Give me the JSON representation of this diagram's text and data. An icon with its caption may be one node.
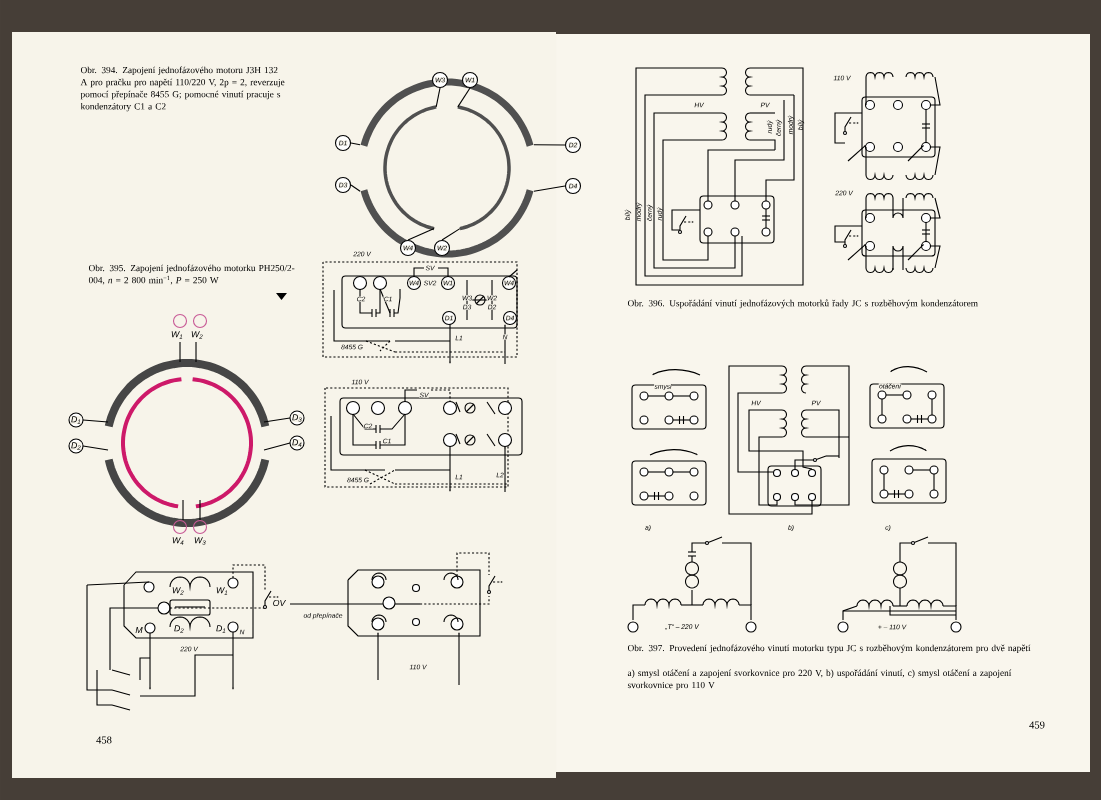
{
  "diagram": {
    "labels": [
      "Obr. 394. Zapojení jednofázového motoru J3H 132 A pro pračku pro napětí 110/220 V, 2p = 2, reverzuje pomocí přepínače 8455 G; pomocné vinutí pracuje s kondenzátory C1 a C2",
      "W3",
      "W1",
      "D1",
      "D2",
      "D3",
      "D4",
      "W4",
      "W2",
      "Obr. 395. Zapojení jednofázového motorku PH250/2-004, *n* = 2 800 min$^{−1}$, *P* = 250 W",
      "220 V",
      "SV",
      "W4",
      "SV2",
      "W1",
      "W4",
      "C2",
      "C1",
      "W3",
      "W2",
      "D3",
      "D2",
      "D1",
      "D4",
      "L1",
      "N",
      "8455 G",
      "110 V",
      "SV",
      "C2",
      "C1",
      "8455 G",
      "L1",
      "L2",
      "W$_{1}$",
      "W$_{2}$",
      "D$_{1}$",
      "D$_{3}$",
      "D$_{2}$",
      "D$_{4}$",
      "W$_{4}$",
      "W$_{3}$",
      "W$_{2}$",
      "W$_{1}$",
      "OV",
      "M",
      "D$_{2}$",
      "D$_{1}$",
      "N",
      "220 V",
      "od přepínače",
      "110 V",
      "458",
      "HV",
      "PV",
      "rudý",
      "černý",
      "modrý",
      "bílý",
      "bílý",
      "modrý",
      "černý",
      "rudý",
      "110 V",
      "220 V",
      "Obr. 396. Uspořádání vinutí jednofázových motorků řady JC s rozběhovým kondenzátorem",
      "smysl",
      "otáčení",
      "HV",
      "PV",
      "a)",
      "b)",
      "c)",
      "„T“ – 220 V",
      "+ – 110 V",
      "Obr. 397. Provedení jednofázového vinutí motorku typu JC s rozběhovým kondenzátorem pro dvě napětí",
      "a) smysl otáčení a zapojení svorkovnice pro 220 V, b) uspořádání vinutí, c) smysl otáčení a zapojení svorkovnice pro 110 V",
      "459"
    ]
  }
}
